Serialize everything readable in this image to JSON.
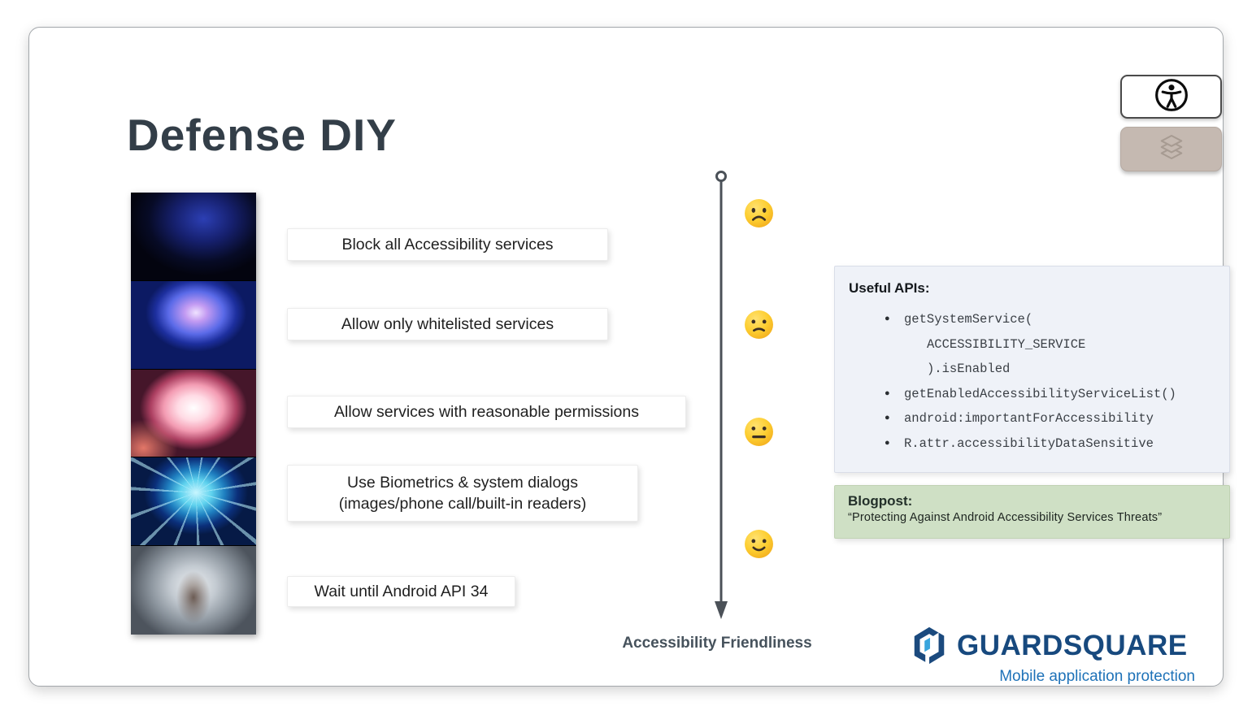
{
  "slide": {
    "title": "Defense DIY"
  },
  "toolbar": {
    "accessibility_button": {
      "icon": "universal-access-icon"
    },
    "layers_button": {
      "icon": "layers-icon"
    }
  },
  "meme": {
    "panels": [
      {
        "name": "small-brain-xray"
      },
      {
        "name": "glowing-brain"
      },
      {
        "name": "radiant-brain"
      },
      {
        "name": "cosmic-ray-brain"
      },
      {
        "name": "ascended-being"
      }
    ]
  },
  "steps": [
    {
      "label": "Block all Accessibility services"
    },
    {
      "label": "Allow only whitelisted services"
    },
    {
      "label": "Allow services with reasonable permissions"
    },
    {
      "label": "Use Biometrics & system dialogs (images/phone call/built-in readers)"
    },
    {
      "label": "Wait until Android API 34"
    }
  ],
  "axis": {
    "label": "Accessibility Friendliness",
    "direction": "down",
    "emojis": [
      "frowning-face",
      "slightly-frowning-face",
      "neutral-face",
      "slightly-smiling-face"
    ],
    "line_color": "#4b5158"
  },
  "apis": {
    "title": "Useful APIs:",
    "lines": [
      {
        "text": "getSystemService("
      },
      {
        "text": "ACCESSIBILITY_SERVICE"
      },
      {
        "text": ").isEnabled"
      },
      {
        "text": "getEnabledAccessibilityServiceList()"
      },
      {
        "text": "android:importantForAccessibility"
      },
      {
        "text": "R.attr.accessibilityDataSensitive"
      }
    ],
    "bg_color": "#eff2f8"
  },
  "blogpost": {
    "title": "Blogpost:",
    "quote": "“Protecting Against Android Accessibility Services Threats”",
    "bg_color": "#cfe0c5"
  },
  "logo": {
    "name": "GUARDSQUARE",
    "tagline": "Mobile application protection",
    "navy": "#17497e",
    "light_blue": "#39a5dd"
  }
}
